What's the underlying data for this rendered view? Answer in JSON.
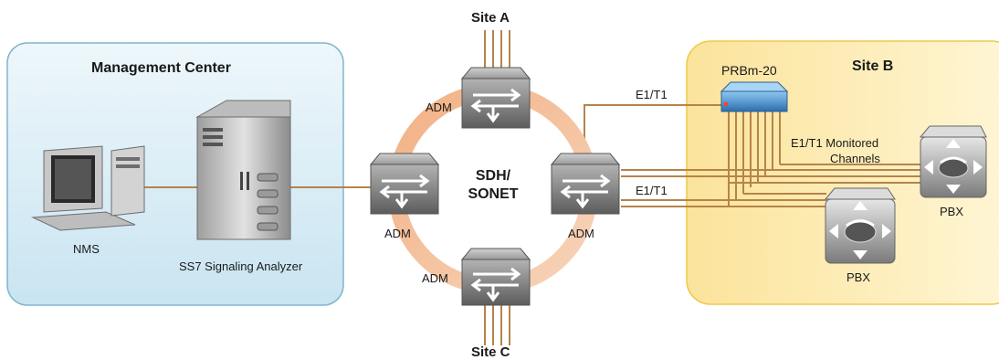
{
  "regions": {
    "management_center": {
      "title": "Management Center"
    },
    "site_b": {
      "title": "Site B"
    }
  },
  "sites": {
    "site_a": "Site A",
    "site_c": "Site C"
  },
  "ring": {
    "line1": "SDH/",
    "line2": "SONET"
  },
  "devices": {
    "nms": "NMS",
    "analyzer": "SS7 Signaling Analyzer",
    "adm_top": "ADM",
    "adm_left": "ADM",
    "adm_right": "ADM",
    "adm_bottom": "ADM",
    "prbm": "PRBm-20",
    "pbx_right": "PBX",
    "pbx_lower": "PBX"
  },
  "links": {
    "e1t1_upper": "E1/T1",
    "e1t1_lower": "E1/T1",
    "monitored_line1": "E1/T1 Monitored",
    "monitored_line2": "Channels"
  },
  "colors": {
    "mgmt_fill": "#d7edf6",
    "mgmt_border": "#7fb6cf",
    "siteb_fill": "#fdeeb3",
    "siteb_border": "#efc94a",
    "link": "#b58449",
    "ring": "#efb08a",
    "adm_body": "#8a8a8a",
    "prbm": "#3f8fd0"
  }
}
